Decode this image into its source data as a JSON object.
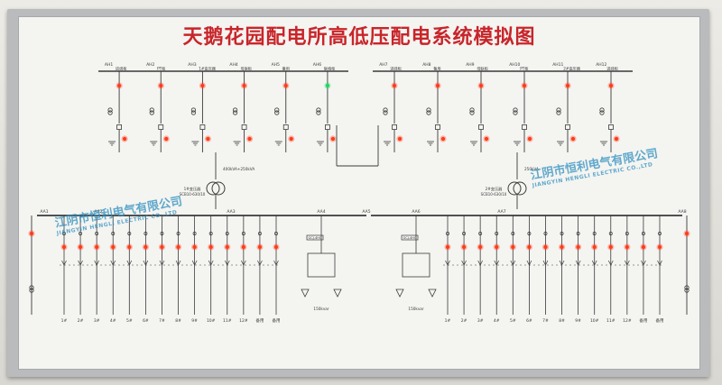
{
  "title": "天鹅花园配电所高低压配电系统模拟图",
  "watermark": {
    "cn": "江阴市恒利电气有限公司",
    "en": "JIANGYIN HENGLI ELECTRIC CO.,LTD"
  },
  "colors": {
    "title": "#c8252a",
    "line": "#3a3a3a",
    "lamp_red": "#ff3b1a",
    "lamp_green": "#1ed760",
    "watermark": "#2e8fbf"
  },
  "hv_left": [
    {
      "code": "AH1",
      "label": "进线柜",
      "lamp": "red"
    },
    {
      "code": "AH2",
      "label": "PT柜",
      "lamp": "red"
    },
    {
      "code": "AH3",
      "label": "1#变压器",
      "lamp": "red"
    },
    {
      "code": "AH4",
      "label": "母联柜",
      "lamp": "red"
    },
    {
      "code": "AH5",
      "label": "备用",
      "lamp": "red"
    },
    {
      "code": "AH6",
      "label": "联络柜",
      "lamp": "green"
    }
  ],
  "hv_right": [
    {
      "code": "AH7",
      "label": "进线柜",
      "lamp": "red"
    },
    {
      "code": "AH8",
      "label": "备用",
      "lamp": "red"
    },
    {
      "code": "AH9",
      "label": "母联柜",
      "lamp": "red"
    },
    {
      "code": "AH10",
      "label": "PT柜",
      "lamp": "red"
    },
    {
      "code": "AH11",
      "label": "2#变压器",
      "lamp": "red"
    },
    {
      "code": "AH12",
      "label": "进线柜",
      "lamp": "red"
    }
  ],
  "transformers": [
    {
      "name": "1#变压器",
      "model": "SCB10-630/10",
      "rating": "400kVA+250kVA"
    },
    {
      "name": "2#变压器",
      "model": "SCB10-630/10",
      "rating": "250kVA"
    }
  ],
  "lv_buses": [
    "AA1",
    "AA2",
    "AA3",
    "AA4",
    "AA5",
    "AA6",
    "AA7",
    "AA8"
  ],
  "lv_feeder_labels_left": [
    "1#",
    "2#",
    "3#",
    "4#",
    "5#",
    "6#",
    "7#",
    "8#",
    "9#",
    "10#",
    "11#",
    "12#",
    "备用",
    "备用"
  ],
  "lv_feeder_labels_right": [
    "1#",
    "2#",
    "3#",
    "4#",
    "5#",
    "6#",
    "7#",
    "8#",
    "9#",
    "10#",
    "11#",
    "12#",
    "备用",
    "备用"
  ],
  "capacitor_banks": [
    {
      "label": "GCJ-4HC",
      "rating": "150kvar"
    },
    {
      "label": "GCJ-4HC",
      "rating": "150kvar"
    }
  ]
}
